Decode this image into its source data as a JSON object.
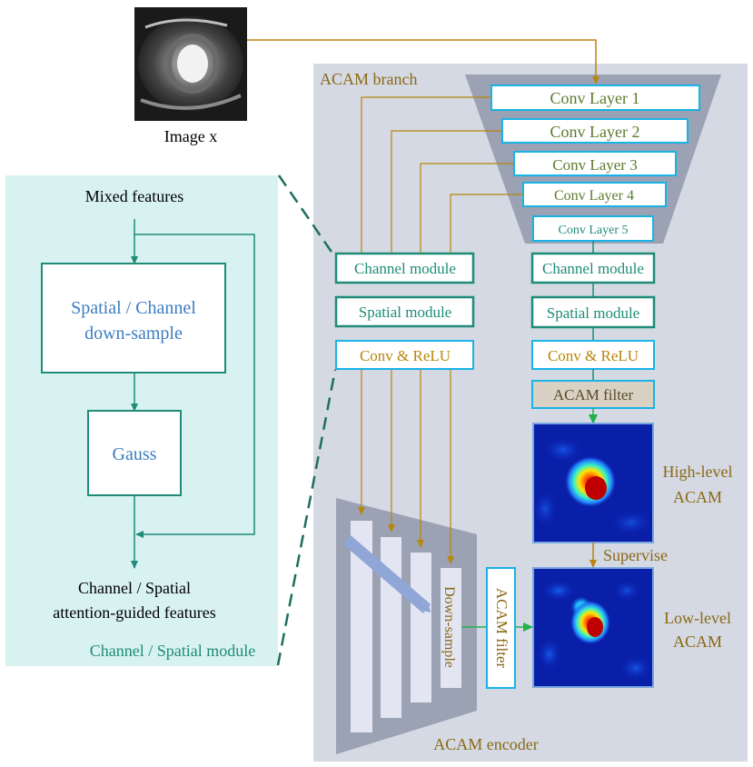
{
  "input": {
    "caption": "Image x"
  },
  "branch": {
    "title": "ACAM branch",
    "conv_layers": [
      "Conv Layer 1",
      "Conv Layer 2",
      "Conv Layer 3",
      "Conv Layer 4",
      "Conv Layer 5"
    ],
    "left_channel": "Channel module",
    "left_spatial": "Spatial module",
    "left_conv": "Conv & ReLU",
    "right_channel": "Channel module",
    "right_spatial": "Spatial module",
    "right_conv": "Conv & ReLU",
    "right_filter": "ACAM filter",
    "high_label_1": "High-level",
    "high_label_2": "ACAM",
    "supervise": "Supervise",
    "low_label_1": "Low-level",
    "low_label_2": "ACAM",
    "encoder_title": "ACAM encoder",
    "downsample": "Down-sample",
    "encoder_filter": "ACAM filter"
  },
  "module": {
    "input_label": "Mixed features",
    "box1_line1": "Spatial / Channel",
    "box1_line2": "down-sample",
    "box2": "Gauss",
    "output_line1": "Channel / Spatial",
    "output_line2": "attention-guided features",
    "footer": "Channel / Spatial module"
  },
  "colors": {
    "panel_gray": "#d4d9e3",
    "panel_teal": "#d8f1f1",
    "funnel_gray": "#9aa2b4",
    "conv_text": "#5b7a2e",
    "teal": "#1e8c78",
    "gold": "#b8860b",
    "cyan": "#19b3e6",
    "blue_text": "#3d7ec0",
    "label_gold": "#8b6914",
    "green_arrow": "#22b14c"
  }
}
